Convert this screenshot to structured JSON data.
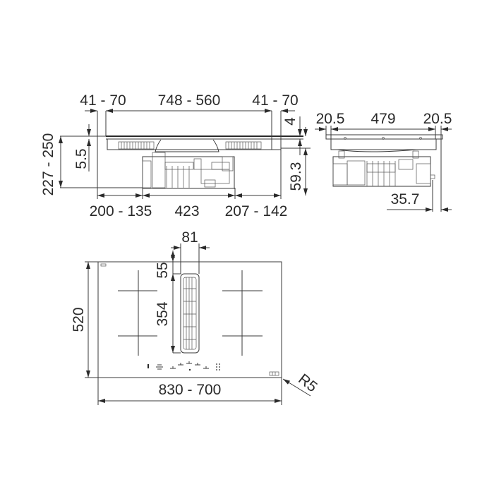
{
  "front_view": {
    "labels": {
      "left_overhang": "41 - 70",
      "cutout_width": "748 - 560",
      "right_overhang": "41 - 70",
      "total_height": "227 - 250",
      "glass_thickness": "5.5",
      "top_offset": "4",
      "frame_depth": "59.3",
      "bottom_left": "200 - 135",
      "motor_width": "423",
      "bottom_right": "207 - 142"
    }
  },
  "side_view": {
    "labels": {
      "left_margin": "20.5",
      "cutout_depth": "479",
      "right_margin": "20.5",
      "rear_offset": "35.7"
    }
  },
  "top_view": {
    "labels": {
      "vent_width": "81",
      "vent_offset": "55",
      "vent_length": "354",
      "depth": "520",
      "width": "830 - 700",
      "corner_radius": "R5"
    }
  },
  "colors": {
    "line": "#3a3a3a",
    "text": "#2a2a2a",
    "background": "#ffffff"
  }
}
